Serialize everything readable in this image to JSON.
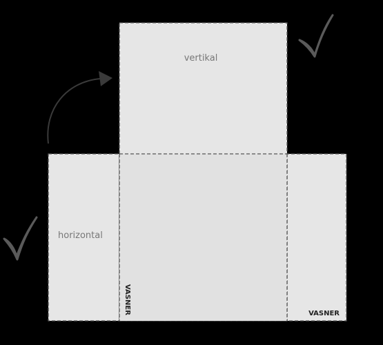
{
  "labels": {
    "vertical": "vertikal",
    "horizontal": "horizontal",
    "pattern_vertical": "VASNER",
    "pattern_horizontal": "VASNER"
  },
  "icons": {
    "checkmark_top": "checkmark-icon",
    "checkmark_left": "checkmark-icon",
    "arrow": "curved-arrow-icon"
  },
  "colors": {
    "background": "#000000",
    "panel_fill": "#e6e6e6",
    "overlap_fill": "#e1e1e1",
    "border": "#555555",
    "label": "#777777",
    "pattern_label": "#222222",
    "checkmark": "#5a5a5a",
    "arrow": "#3a3a3a"
  }
}
